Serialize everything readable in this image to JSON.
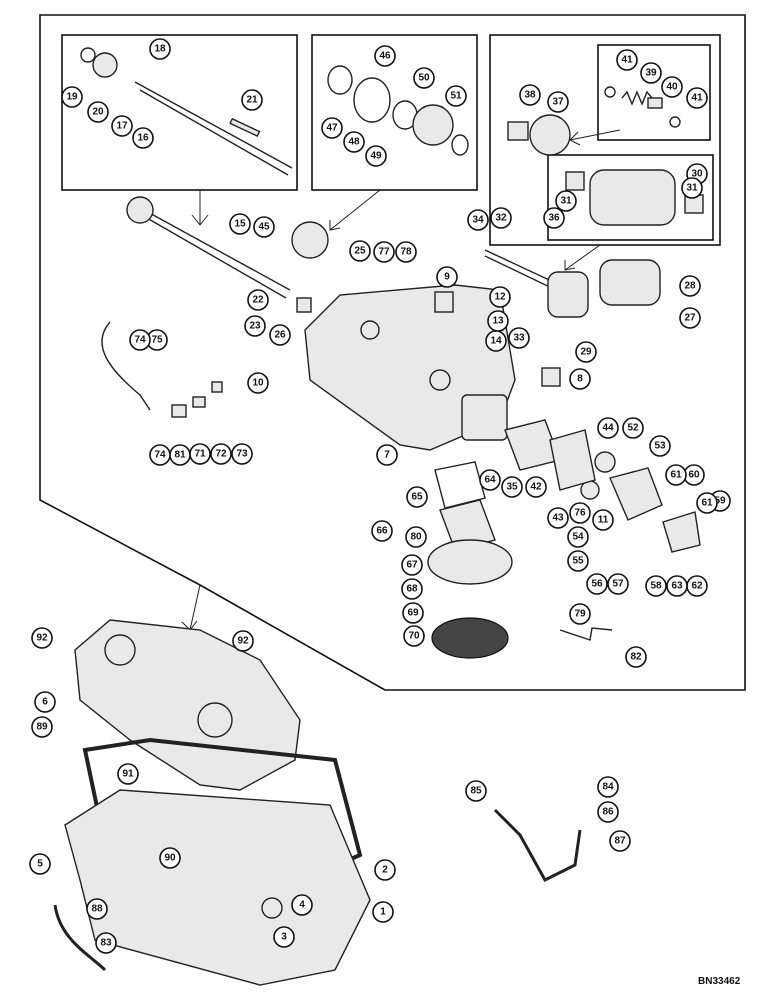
{
  "diagram": {
    "drawing_number": "BN33462",
    "callouts": [
      "1",
      "2",
      "3",
      "4",
      "5",
      "6",
      "7",
      "8",
      "9",
      "10",
      "11",
      "12",
      "13",
      "14",
      "15",
      "16",
      "17",
      "18",
      "19",
      "20",
      "21",
      "22",
      "23",
      "25",
      "26",
      "27",
      "28",
      "29",
      "30",
      "31",
      "32",
      "33",
      "34",
      "35",
      "36",
      "37",
      "38",
      "39",
      "40",
      "41",
      "42",
      "43",
      "44",
      "45",
      "46",
      "47",
      "48",
      "49",
      "50",
      "51",
      "52",
      "53",
      "54",
      "55",
      "56",
      "57",
      "58",
      "59",
      "60",
      "61",
      "62",
      "63",
      "64",
      "65",
      "66",
      "67",
      "68",
      "69",
      "70",
      "71",
      "72",
      "73",
      "74",
      "75",
      "76",
      "77",
      "78",
      "79",
      "80",
      "81",
      "82",
      "83",
      "84",
      "85",
      "86",
      "87",
      "88",
      "89",
      "90",
      "91",
      "92"
    ]
  }
}
